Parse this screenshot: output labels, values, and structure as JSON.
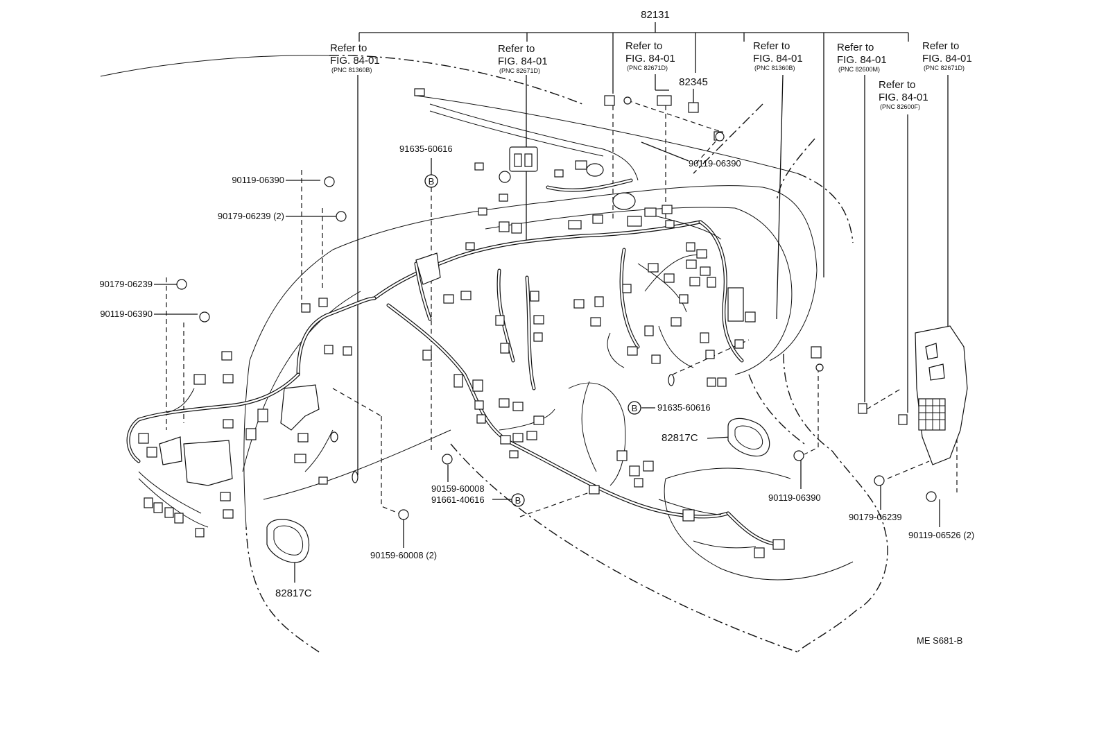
{
  "diagram": {
    "top_label": "82131",
    "label_82345": "82345",
    "drawing_code": "ME S681-B",
    "refs": [
      {
        "refer": "Refer to",
        "fig": "FIG. 84-01",
        "pnc": "(PNC 81360B)"
      },
      {
        "refer": "Refer to",
        "fig": "FIG. 84-01",
        "pnc": "(PNC 82671D)"
      },
      {
        "refer": "Refer to",
        "fig": "FIG. 84-01",
        "pnc": "(PNC 82671D)"
      },
      {
        "refer": "Refer to",
        "fig": "FIG. 84-01",
        "pnc": "(PNC 81360B)"
      },
      {
        "refer": "Refer to",
        "fig": "FIG. 84-01",
        "pnc": "(PNC 82600M)"
      },
      {
        "refer": "Refer to",
        "fig": "FIG. 84-01",
        "pnc": "(PNC 82671D)"
      },
      {
        "refer": "Refer to",
        "fig": "FIG. 84-01",
        "pnc": "(PNC 82600F)"
      }
    ],
    "parts": {
      "p90119_left_top": "90119-06390",
      "p90179_2_left": "90179-06239 (2)",
      "p90179_left": "90179-06239",
      "p90119_left": "90119-06390",
      "p91635_top": "91635-60616",
      "p90119_top_right": "90119-06390",
      "p91635_mid": "91635-60616",
      "p82817c_right": "82817C",
      "p82817c_left": "82817C",
      "p90159_center": "90159-60008",
      "p91661_center": "91661-40616",
      "p90159_2_bottom": "90159-60008 (2)",
      "p90119_bottom_right": "90119-06390",
      "p90179_right": "90179-06239",
      "p90119_2_right": "90119-06526 (2)"
    },
    "b_marker": "B"
  }
}
